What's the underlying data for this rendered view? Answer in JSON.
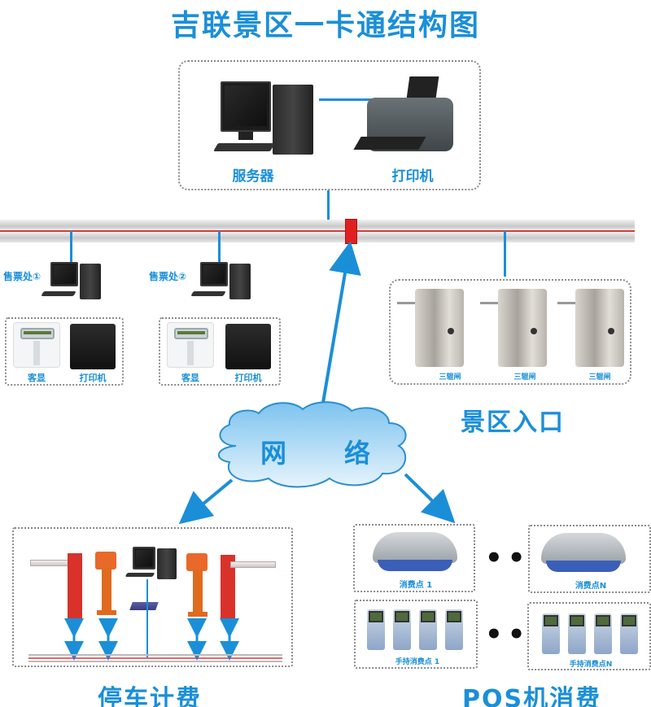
{
  "title": "吉联景区一卡通结构图",
  "server_group": {
    "server_label": "服务器",
    "printer_label": "打印机",
    "server_icon": "desktop-computer-icon",
    "printer_icon": "inkjet-printer-icon"
  },
  "ticket_offices": [
    {
      "label": "售票处①",
      "display_label": "客显",
      "printer_label": "打印机"
    },
    {
      "label": "售票处②",
      "display_label": "客显",
      "printer_label": "打印机"
    }
  ],
  "entrance": {
    "title": "景区入口",
    "gates": [
      {
        "label": "三辊闸"
      },
      {
        "label": "三辊闸"
      },
      {
        "label": "三辊闸"
      }
    ]
  },
  "network": {
    "label_left": "网",
    "label_right": "络"
  },
  "parking": {
    "title": "停车计费"
  },
  "pos": {
    "title": "POS机消费",
    "ellipsis": "•••",
    "terminals": [
      {
        "label": "消费点 1"
      },
      {
        "label": "消费点N"
      }
    ],
    "handheld_groups": [
      {
        "label": "手持消费点 1"
      },
      {
        "label": "手持消费点N"
      }
    ]
  },
  "colors": {
    "accent_blue": "#1a8fd8",
    "bus_red": "#d93a3a",
    "node_red": "#e02020"
  }
}
